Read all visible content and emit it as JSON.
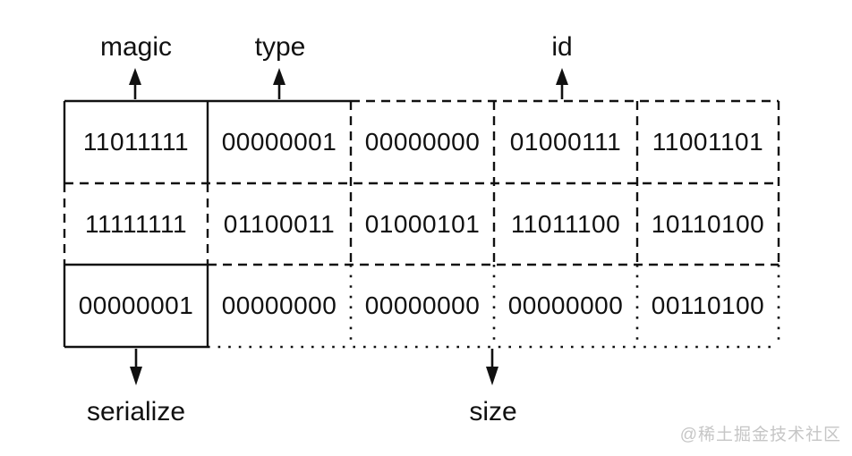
{
  "diagram": {
    "title_semantics": "binary message layout",
    "top_labels": [
      {
        "id": "magic",
        "text": "magic"
      },
      {
        "id": "type",
        "text": "type"
      },
      {
        "id": "id",
        "text": "id"
      }
    ],
    "bottom_labels": [
      {
        "id": "serialize",
        "text": "serialize"
      },
      {
        "id": "size",
        "text": "size"
      }
    ],
    "grid": {
      "rows": [
        {
          "cells": [
            "11011111",
            "00000001",
            "00000000",
            "01000111",
            "11001101"
          ]
        },
        {
          "cells": [
            "11111111",
            "01100011",
            "01000101",
            "11011100",
            "10110100"
          ]
        },
        {
          "cells": [
            "00000001",
            "00000000",
            "00000000",
            "00000000",
            "00110100"
          ]
        }
      ]
    },
    "watermark": "@稀土掘金技术社区",
    "colors": {
      "line": "#111111",
      "text": "#111111",
      "watermark": "#c6c6c6",
      "background": "#ffffff"
    }
  }
}
